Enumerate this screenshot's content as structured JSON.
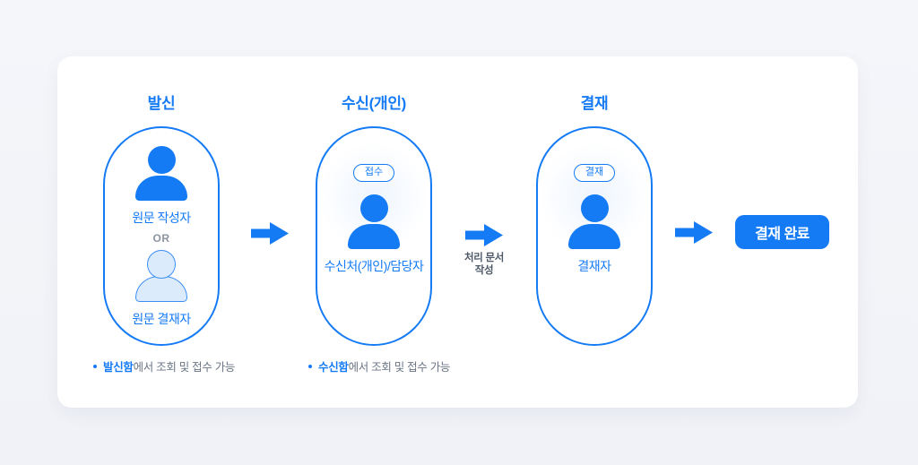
{
  "colors": {
    "brand": "#157bf5",
    "light_fill": "#dcebfb",
    "light_stroke": "#3c8ef3",
    "text_gray": "#6b7684",
    "or_gray": "#8b95a1",
    "label_dark": "#4e5968",
    "page_bg": "#f2f4f8"
  },
  "diagram": {
    "send": {
      "title": "발신",
      "person_top": "원문 작성자",
      "or": "OR",
      "person_bottom": "원문 결재자",
      "note_bold": "발신함",
      "note_text": "에서 조회 및 접수 가능"
    },
    "receive": {
      "title": "수신(개인)",
      "badge": "접수",
      "person": "수신처(개인)/담당자",
      "note_bold": "수신함",
      "note_text": "에서 조회 및 접수 가능"
    },
    "approval": {
      "title": "결재",
      "badge": "결재",
      "person": "결재자"
    },
    "process_arrow_caption_line1": "처리 문서",
    "process_arrow_caption_line2": "작성",
    "complete_button": "결재 완료"
  }
}
